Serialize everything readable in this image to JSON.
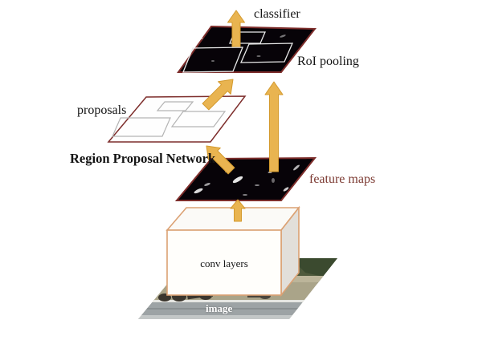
{
  "labels": {
    "classifier": "classifier",
    "roi_pooling": "RoI pooling",
    "proposals": "proposals",
    "region_proposal_network": "Region Proposal Network",
    "feature_maps": "feature maps",
    "conv_layers": "conv layers",
    "image": "image"
  },
  "colors": {
    "arrow-fill": "#e9b450",
    "arrow-stroke": "#d49a2e",
    "plane-border": "#7d2d2b",
    "plane-dark": "#070308",
    "proposals-fill": "#fefefe",
    "proposal-box": "#b4b4b4",
    "roi-box": "#eaeaea",
    "conv-border": "#dba173",
    "conv-front": "#fffefb",
    "conv-side": "#e2dfda",
    "conv-top": "#fbfaf7",
    "label-text": "#131313",
    "maroon-text": "#7c3a32",
    "image-label": "#ffffff"
  }
}
